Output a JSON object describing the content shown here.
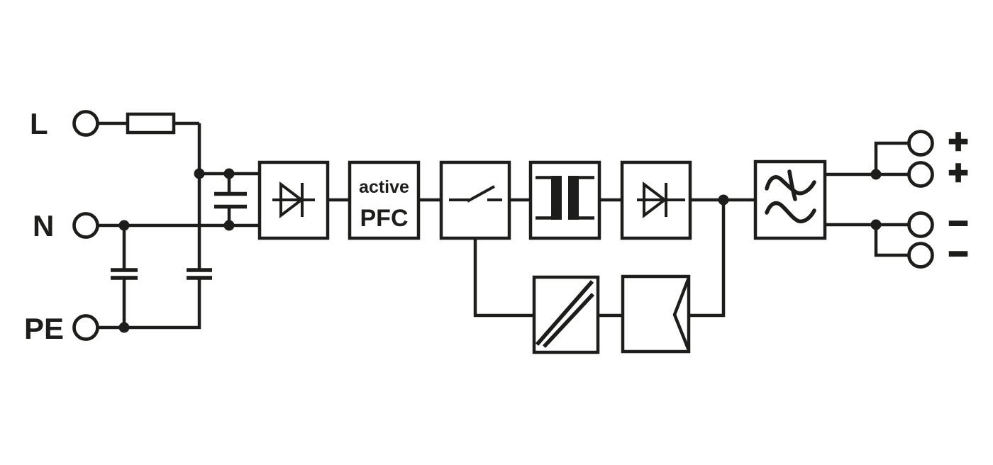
{
  "diagram": {
    "kind": "power-supply-internal-block-diagram",
    "colors": {
      "ink": "#1d1d1b",
      "background": "#ffffff"
    },
    "input_terminals": [
      {
        "label": "L",
        "meaning": "line"
      },
      {
        "label": "N",
        "meaning": "neutral"
      },
      {
        "label": "PE",
        "meaning": "protective-earth"
      }
    ],
    "output_terminals": [
      {
        "label": "+"
      },
      {
        "label": "+"
      },
      {
        "label": "−"
      },
      {
        "label": "−"
      }
    ],
    "pfc_block": {
      "label_top": "active",
      "label_bottom": "PFC"
    },
    "components": [
      {
        "name": "fuse-icon"
      },
      {
        "name": "x-capacitor-icon"
      },
      {
        "name": "y-capacitor-icon"
      },
      {
        "name": "y-capacitor-icon"
      },
      {
        "name": "bridge-rectifier-diode-icon"
      },
      {
        "name": "active-pfc-block"
      },
      {
        "name": "switch-open-icon"
      },
      {
        "name": "transformer-core-icon"
      },
      {
        "name": "output-rectifier-diode-icon"
      },
      {
        "name": "output-filter-sine-icon"
      },
      {
        "name": "galvanic-isolation-diagonals-icon"
      },
      {
        "name": "regulator-chevron-icon"
      }
    ]
  }
}
